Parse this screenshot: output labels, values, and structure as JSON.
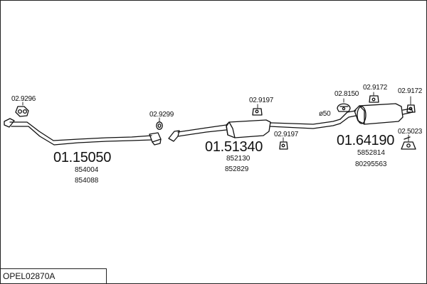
{
  "assembly_code": "OPEL02870A",
  "parts": {
    "front_pipe": {
      "number": "01.15050",
      "refs": [
        "854004",
        "854088"
      ]
    },
    "middle_silencer": {
      "number": "01.51340",
      "refs": [
        "852130",
        "852829"
      ]
    },
    "rear_silencer": {
      "number": "01.64190",
      "refs": [
        "5852814",
        "80295563"
      ]
    }
  },
  "accessories": {
    "a1": "02.9296",
    "a2": "02.9299",
    "a3": "02.9197",
    "a4": "02.9197",
    "a5": "02.8150",
    "a6": "02.9172",
    "a7": "02.9172",
    "a8": "02.5023"
  },
  "diameter_label": "ø50"
}
